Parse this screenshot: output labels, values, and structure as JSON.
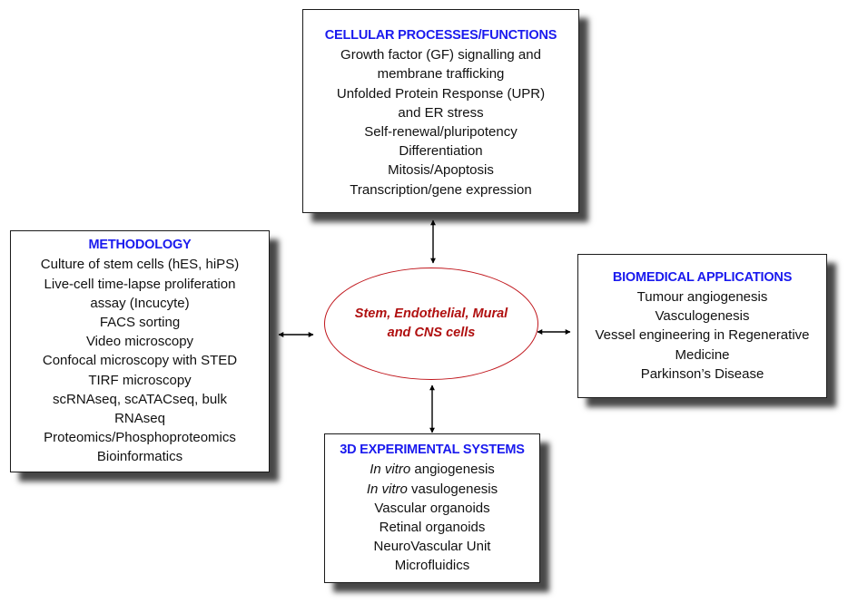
{
  "center": {
    "label": "Stem, Endothelial, Mural and CNS cells",
    "text_color": "#b01010",
    "border_color": "#c0161c"
  },
  "title_color": "#1a1aee",
  "boxes": {
    "cellular": {
      "title": "CELLULAR PROCESSES/FUNCTIONS",
      "lines": [
        "Growth factor (GF) signalling and",
        "membrane trafficking",
        "Unfolded Protein Response (UPR)",
        "and ER stress",
        "Self-renewal/pluripotency",
        "Differentiation",
        "Mitosis/Apoptosis",
        "Transcription/gene expression"
      ]
    },
    "methodology": {
      "title": "METHODOLOGY",
      "lines": [
        "Culture of stem cells (hES, hiPS)",
        "Live-cell time-lapse proliferation",
        "assay (Incucyte)",
        "FACS sorting",
        "Video microscopy",
        "Confocal microscopy with STED",
        "TIRF microscopy",
        "scRNAseq, scATACseq, bulk",
        "RNAseq",
        "Proteomics/Phosphoproteomics",
        "Bioinformatics"
      ]
    },
    "biomedical": {
      "title": "BIOMEDICAL APPLICATIONS",
      "lines": [
        "Tumour angiogenesis",
        "Vasculogenesis",
        "Vessel engineering in Regenerative",
        "Medicine",
        "Parkinson’s Disease"
      ]
    },
    "experimental": {
      "title": "3D EXPERIMENTAL SYSTEMS",
      "lines": [
        {
          "italic": "In vitro",
          "rest": " angiogenesis"
        },
        {
          "italic": "In vitro",
          "rest": " vasulogenesis"
        },
        {
          "italic": "",
          "rest": "Vascular organoids"
        },
        {
          "italic": "",
          "rest": "Retinal organoids"
        },
        {
          "italic": "",
          "rest": "NeuroVascular Unit"
        },
        {
          "italic": "",
          "rest": "Microfluidics"
        }
      ]
    }
  },
  "connectors": [
    {
      "from": "center",
      "to": "cellular",
      "type": "bidirectional-arrow"
    },
    {
      "from": "center",
      "to": "methodology",
      "type": "bidirectional-arrow"
    },
    {
      "from": "center",
      "to": "biomedical",
      "type": "bidirectional-arrow"
    },
    {
      "from": "center",
      "to": "experimental",
      "type": "bidirectional-arrow"
    }
  ]
}
